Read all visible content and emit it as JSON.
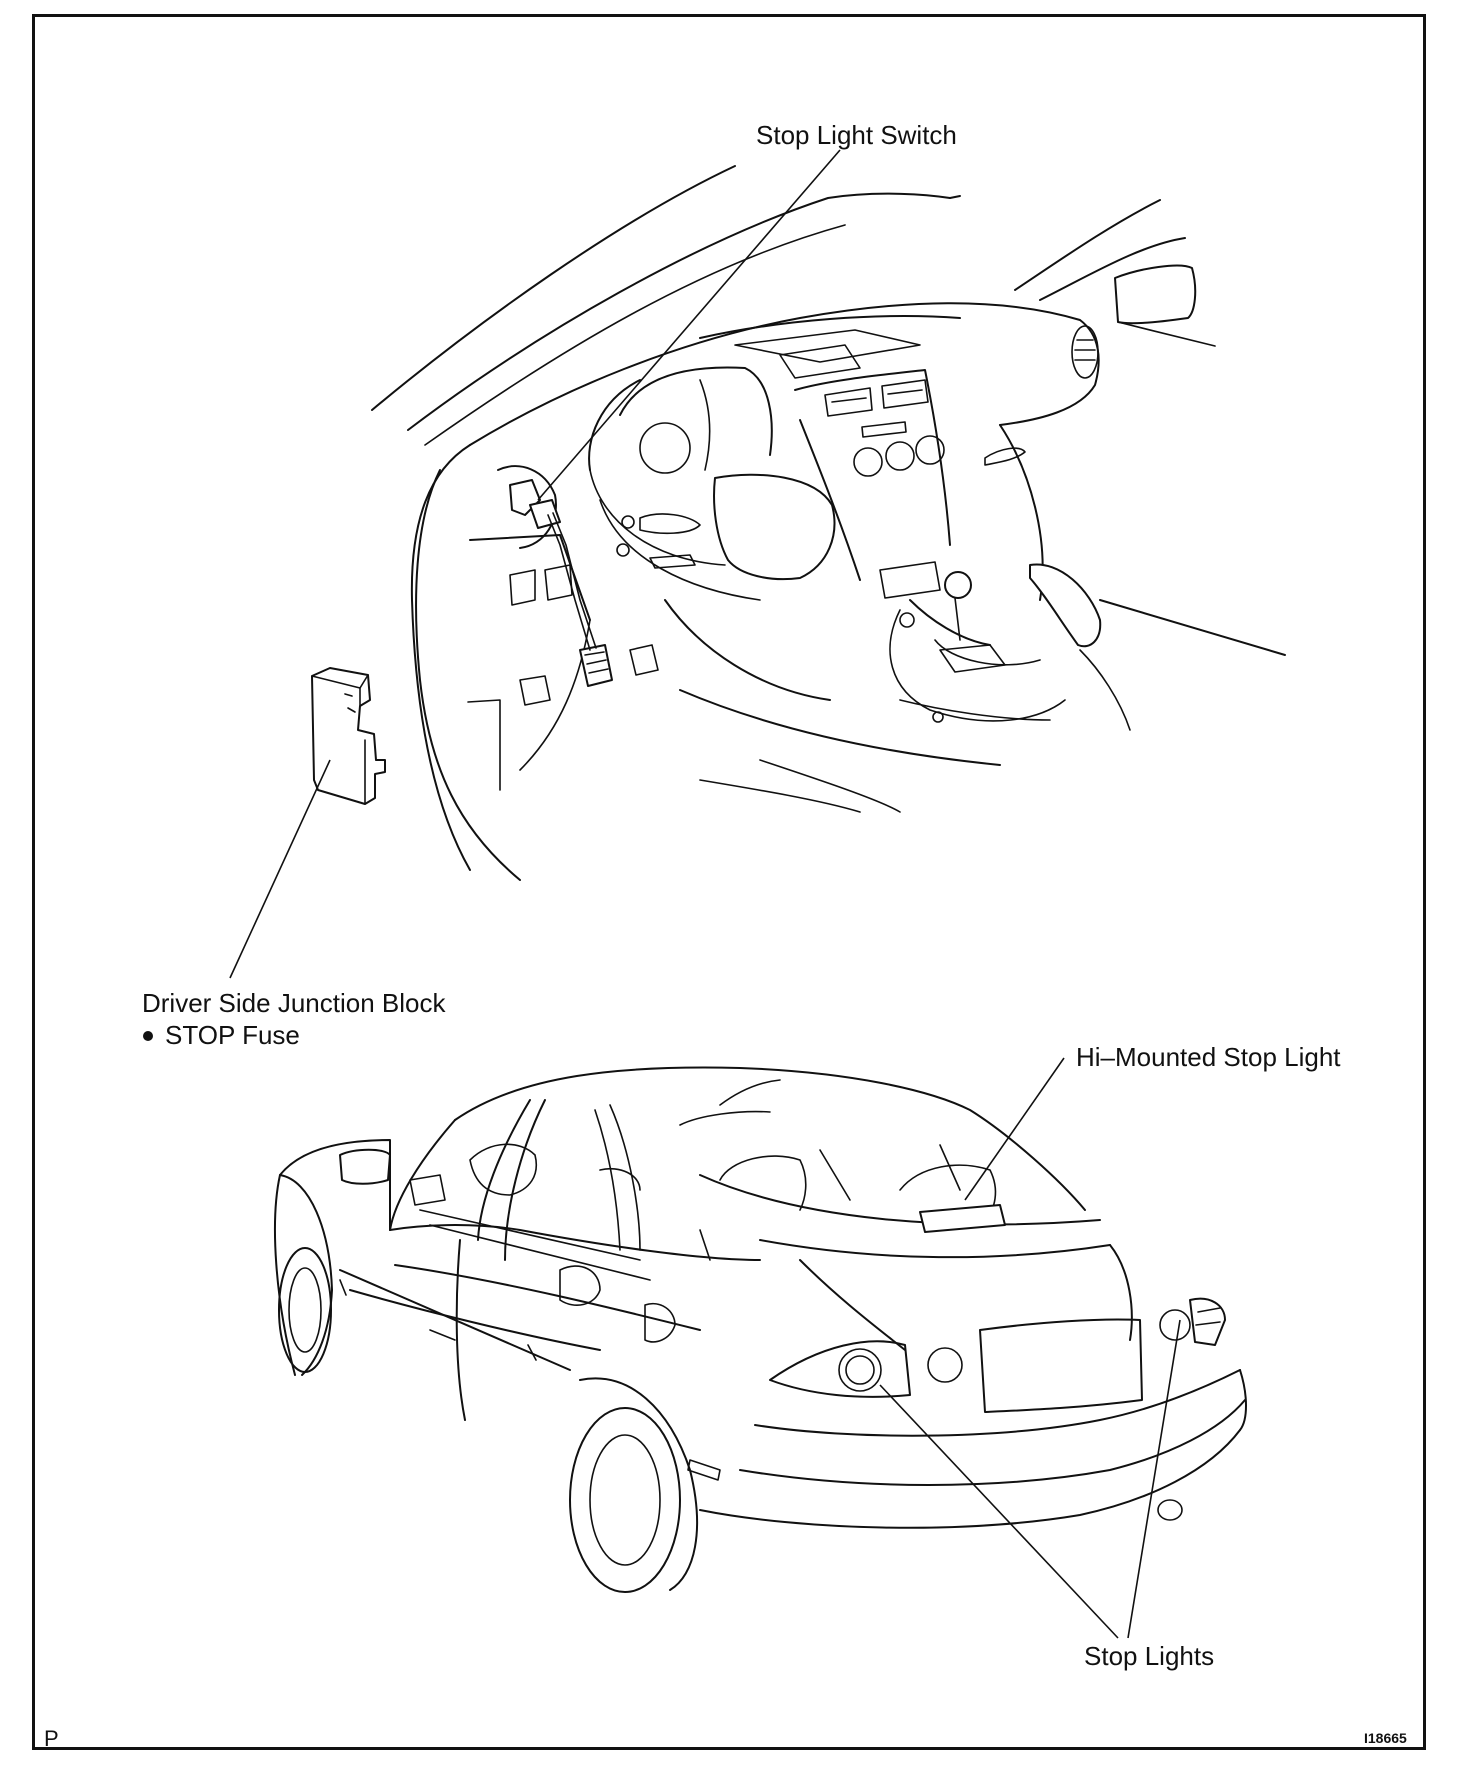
{
  "labels": {
    "stop_light_switch": "Stop Light Switch",
    "junction_block": "Driver Side Junction Block",
    "stop_fuse": "STOP Fuse",
    "hi_mounted": "Hi–Mounted Stop Light",
    "stop_lights": "Stop Lights"
  },
  "footer": {
    "corner_letter": "P",
    "figure_code": "I18665"
  },
  "colors": {
    "line": "#111111",
    "background": "#ffffff"
  }
}
